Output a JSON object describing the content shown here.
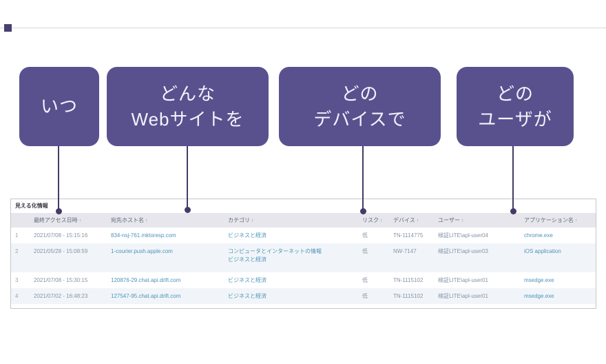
{
  "colors": {
    "box_purple": "#59518e",
    "connector_purple": "#453a68",
    "link_blue": "#4e94b8",
    "header_gray": "#e6e6ec",
    "row_alt": "#f1f5f9"
  },
  "boxes": [
    {
      "line1": "いつ"
    },
    {
      "line1": "どんな",
      "line2": "Webサイトを"
    },
    {
      "line1": "どの",
      "line2": "デバイスで"
    },
    {
      "line1": "どの",
      "line2": "ユーザが"
    }
  ],
  "table": {
    "title": "見える化情報",
    "sort_icon": "↑",
    "headers": [
      "最終アクセス日時",
      "宛先ホスト名",
      "カテゴリ",
      "リスク",
      "デバイス",
      "ユーザー",
      "アプリケーション名"
    ],
    "rows": [
      {
        "num": "1",
        "date": "2021/07/08 - 15:15:16",
        "host": "834-nsj-761.mktoresp.com",
        "category": "ビジネスと経済",
        "risk": "低",
        "device": "TN-1114775",
        "user": "検証LITE\\apl-user04",
        "app": "chrome.exe"
      },
      {
        "num": "2",
        "date": "2021/05/28 - 15:08:59",
        "host": "1-courier.push.apple.com",
        "category": "コンピュータとインターネットの情報",
        "category2": "ビジネスと経済",
        "risk": "低",
        "device": "NW-7147",
        "user": "検証LITE\\apl-user03",
        "app": "iOS application"
      },
      {
        "num": "3",
        "date": "2021/07/08 - 15:30:15",
        "host": "120876-29.chat.api.drift.com",
        "category": "ビジネスと経済",
        "risk": "低",
        "device": "TN-1115102",
        "user": "検証LITE\\apl-user01",
        "app": "msedge.exe"
      },
      {
        "num": "4",
        "date": "2021/07/02 - 16:48:23",
        "host": "127547-95.chat.api.drift.com",
        "category": "ビジネスと経済",
        "risk": "低",
        "device": "TN-1115102",
        "user": "検証LITE\\apl-user01",
        "app": "msedge.exe"
      }
    ]
  }
}
